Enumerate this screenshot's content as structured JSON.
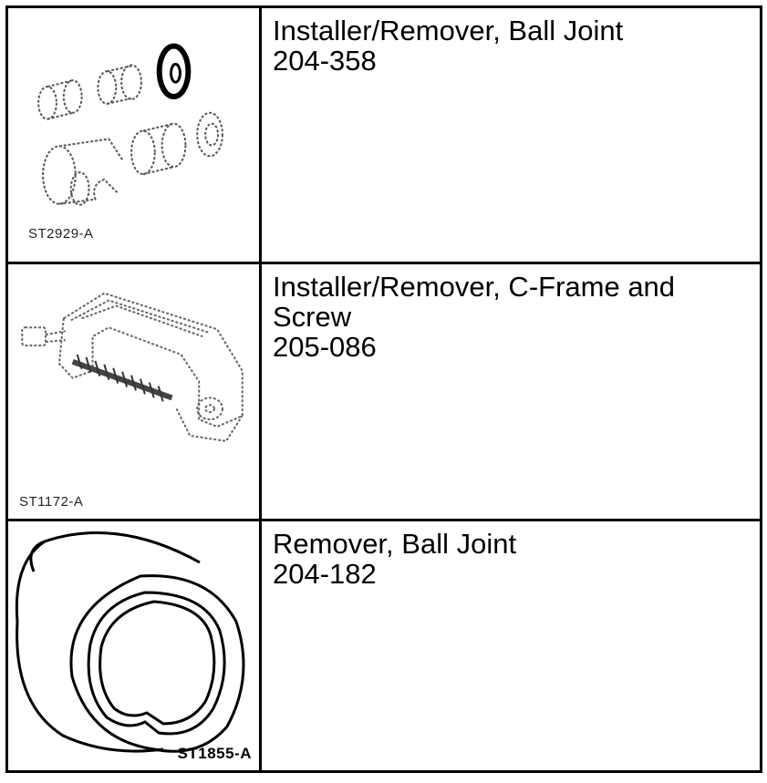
{
  "tools": [
    {
      "figure_code": "ST2929-A",
      "name": "Installer/Remover, Ball Joint",
      "part_number": "204-358"
    },
    {
      "figure_code": "ST1172-A",
      "name_line1": "Installer/Remover, C-Frame and",
      "name_line2": "Screw",
      "part_number": "205-086"
    },
    {
      "figure_code": "ST1855-A",
      "name": "Remover, Ball Joint",
      "part_number": "204-182"
    }
  ]
}
